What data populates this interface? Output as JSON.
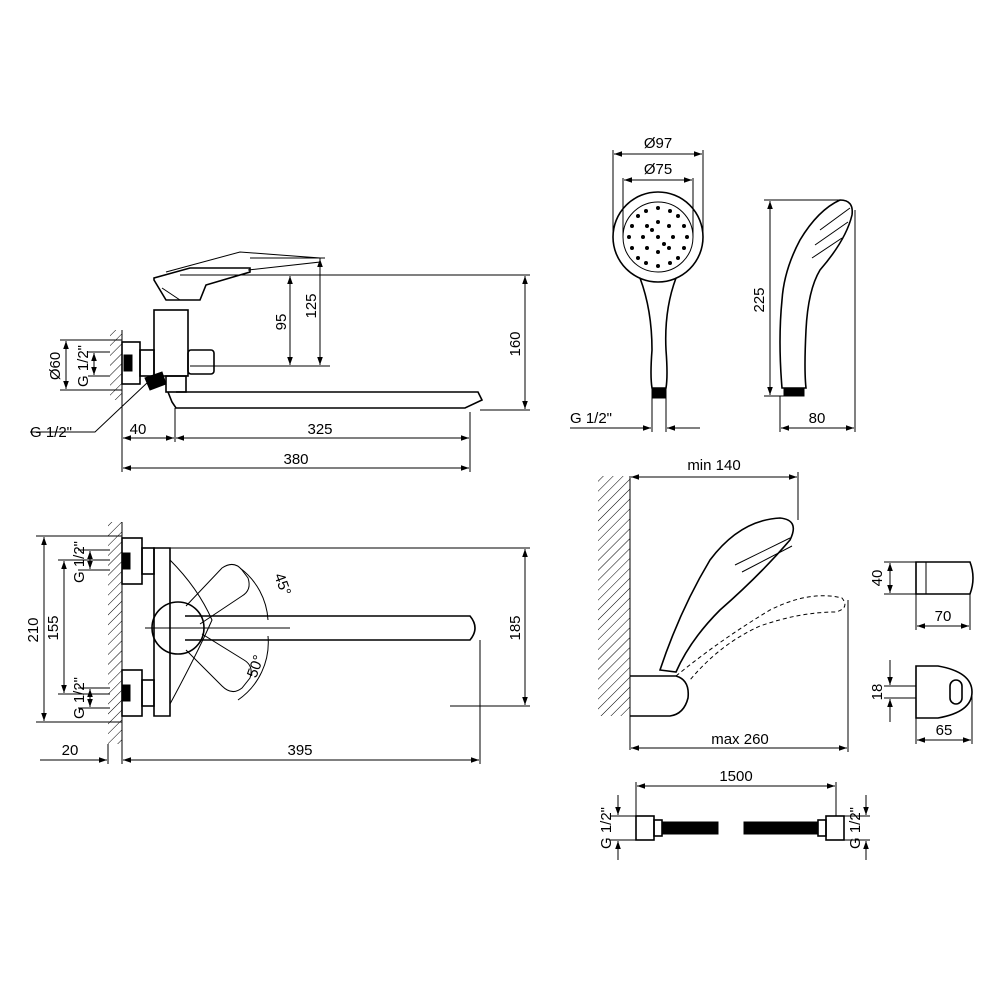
{
  "colors": {
    "ink": "#000000",
    "paper": "#ffffff"
  },
  "side_view": {
    "dim_95": "95",
    "dim_125": "125",
    "dim_160": "160",
    "dim_diam60": "Ø60",
    "dim_g12_vert": "G 1/2\"",
    "dim_g12_callout": "G 1/2\"",
    "dim_40": "40",
    "dim_325": "325",
    "dim_380": "380"
  },
  "top_view": {
    "dim_210": "210",
    "dim_155": "155",
    "dim_185": "185",
    "dim_g12_top": "G 1/2\"",
    "dim_g12_bottom": "G 1/2\"",
    "dim_20": "20",
    "dim_395": "395",
    "angle_45": "45°",
    "angle_50": "50°"
  },
  "hand_shower": {
    "dim_97": "Ø97",
    "dim_75": "Ø75",
    "dim_225": "225",
    "dim_g12": "G 1/2\"",
    "dim_80": "80"
  },
  "holder": {
    "dim_min140": "min 140",
    "dim_max260": "max 260",
    "dim_40": "40",
    "dim_70": "70",
    "dim_18": "18",
    "dim_65": "65"
  },
  "hose": {
    "dim_1500": "1500",
    "dim_g12_left": "G 1/2\"",
    "dim_g12_right": "G 1/2\""
  }
}
